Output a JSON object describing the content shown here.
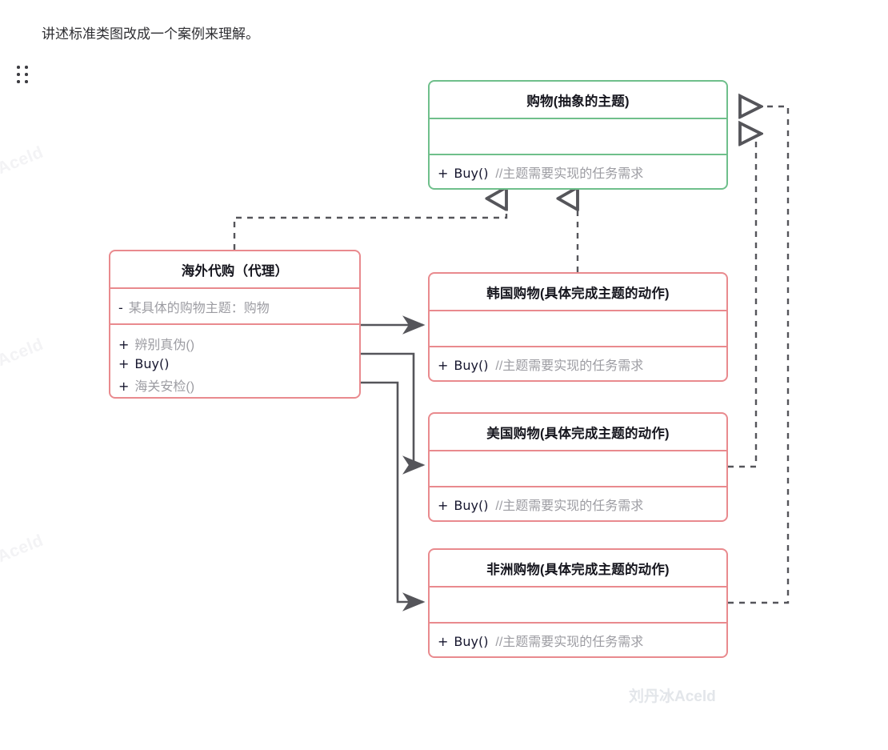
{
  "page": {
    "clipped_top_line": "",
    "intro_text": "讲述标准类图改成一个案例来理解。",
    "drag_handle_icon": "drag-dots-icon"
  },
  "watermarks": {
    "side": "Aceld",
    "bottom": "刘丹冰Aceld"
  },
  "colors": {
    "abstract_border": "#6fbf8b",
    "concrete_border": "#e98a8e",
    "edge": "#55555a",
    "member_text": "#16162e",
    "comment_text": "#9c9ca2",
    "watermark": "#e3e6ea"
  },
  "diagram": {
    "type": "uml-class-diagram",
    "classes": [
      {
        "id": "abstract",
        "name": "购物(抽象的主题)",
        "stereotype": "abstract-subject",
        "color": "green",
        "attributes": [],
        "methods": [
          {
            "visibility": "+",
            "signature": "Buy()",
            "comment": "//主题需要实现的任务需求"
          }
        ]
      },
      {
        "id": "proxy",
        "name": "海外代购（代理）",
        "stereotype": "proxy",
        "color": "pink",
        "attributes": [
          {
            "visibility": "-",
            "signature": "某具体的购物主题：购物",
            "comment": ""
          }
        ],
        "methods": [
          {
            "visibility": "+",
            "signature": "辨别真伪()",
            "comment": ""
          },
          {
            "visibility": "+",
            "signature": "Buy()",
            "comment": ""
          },
          {
            "visibility": "+",
            "signature": "海关安检()",
            "comment": ""
          }
        ]
      },
      {
        "id": "korea",
        "name": "韩国购物(具体完成主题的动作)",
        "stereotype": "concrete-subject",
        "color": "pink",
        "attributes": [],
        "methods": [
          {
            "visibility": "+",
            "signature": "Buy()",
            "comment": "//主题需要实现的任务需求"
          }
        ]
      },
      {
        "id": "usa",
        "name": "美国购物(具体完成主题的动作)",
        "stereotype": "concrete-subject",
        "color": "pink",
        "attributes": [],
        "methods": [
          {
            "visibility": "+",
            "signature": "Buy()",
            "comment": "//主题需要实现的任务需求"
          }
        ]
      },
      {
        "id": "africa",
        "name": "非洲购物(具体完成主题的动作)",
        "stereotype": "concrete-subject",
        "color": "pink",
        "attributes": [],
        "methods": [
          {
            "visibility": "+",
            "signature": "Buy()",
            "comment": "//主题需要实现的任务需求"
          }
        ]
      }
    ],
    "relations": [
      {
        "id": "r1",
        "from": "proxy",
        "to": "abstract",
        "kind": "realization",
        "line": "dashed",
        "arrow": "hollow-triangle"
      },
      {
        "id": "r2",
        "from": "korea",
        "to": "abstract",
        "kind": "realization",
        "line": "dashed",
        "arrow": "hollow-triangle"
      },
      {
        "id": "r3",
        "from": "usa",
        "to": "abstract",
        "kind": "realization",
        "line": "dashed",
        "arrow": "hollow-triangle"
      },
      {
        "id": "r4",
        "from": "africa",
        "to": "abstract",
        "kind": "realization",
        "line": "dashed",
        "arrow": "hollow-triangle"
      },
      {
        "id": "r5",
        "from": "proxy",
        "to": "korea",
        "kind": "association",
        "line": "solid",
        "arrow": "filled-arrow"
      },
      {
        "id": "r6",
        "from": "proxy",
        "to": "usa",
        "kind": "association",
        "line": "solid",
        "arrow": "filled-arrow"
      },
      {
        "id": "r7",
        "from": "proxy",
        "to": "africa",
        "kind": "association",
        "line": "solid",
        "arrow": "filled-arrow"
      }
    ]
  }
}
